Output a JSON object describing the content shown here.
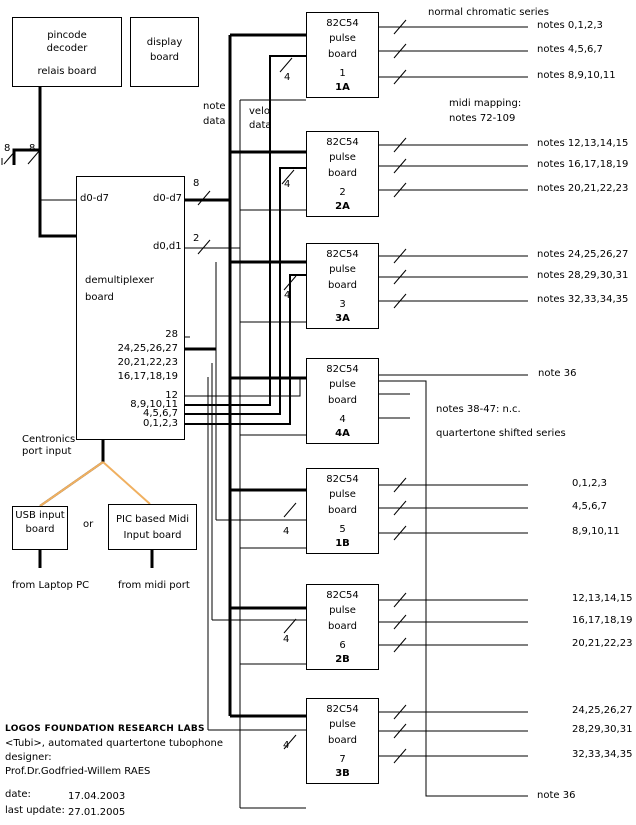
{
  "top_boxes": {
    "pincode": {
      "line1": "pincode",
      "line2": "decoder",
      "line3": "relais board"
    },
    "display": {
      "line1": "display",
      "line2": "board"
    }
  },
  "demux": {
    "in_label": "d0-d7",
    "out_label": "d0-d7",
    "out2_label": "d0,d1",
    "title1": "demultiplexer",
    "title2": "board",
    "port_labels": [
      "28",
      "24,25,26,27",
      "20,21,22,23",
      "16,17,18,19",
      "12",
      "8,9,10,11",
      "4,5,6,7",
      "0,1,2,3"
    ],
    "bus_width": "8",
    "bus_width2": "2"
  },
  "input_bus": {
    "a": "8",
    "b": "8"
  },
  "bus_labels": {
    "note": "note",
    "data1": "data",
    "velo": "velo",
    "data2": "data"
  },
  "centronics": {
    "line1": "Centronics",
    "line2": "port input"
  },
  "usb_box": {
    "line1": "USB input",
    "line2": "board"
  },
  "or_text": "or",
  "pic_box": {
    "line1": "PIC based Midi",
    "line2": "Input board"
  },
  "from_laptop": "from Laptop PC",
  "from_midi": "from midi port",
  "pulse_boards": [
    {
      "chip": "82C54",
      "l1": "pulse",
      "l2": "board",
      "num": "1",
      "id": "1A",
      "bus": "4"
    },
    {
      "chip": "82C54",
      "l1": "pulse",
      "l2": "board",
      "num": "2",
      "id": "2A",
      "bus": "4"
    },
    {
      "chip": "82C54",
      "l1": "pulse",
      "l2": "board",
      "num": "3",
      "id": "3A",
      "bus": "4"
    },
    {
      "chip": "82C54",
      "l1": "pulse",
      "l2": "board",
      "num": "4",
      "id": "4A",
      "bus": ""
    },
    {
      "chip": "82C54",
      "l1": "pulse",
      "l2": "board",
      "num": "5",
      "id": "1B",
      "bus": "4"
    },
    {
      "chip": "82C54",
      "l1": "pulse",
      "l2": "board",
      "num": "6",
      "id": "2B",
      "bus": "4"
    },
    {
      "chip": "82C54",
      "l1": "pulse",
      "l2": "board",
      "num": "7",
      "id": "3B",
      "bus": "4"
    }
  ],
  "output_bus_width": "4",
  "right_labels": {
    "normal_series": "normal chromatic series",
    "midi_mapping1": "midi mapping:",
    "midi_mapping2": "notes 72-109",
    "notes_38_47": "notes 38-47: n.c.",
    "quartertone": "quartertone shifted series",
    "note36a": "note 36",
    "note36b": "note 36",
    "outputs_A": [
      "notes  0,1,2,3",
      "notes  4,5,6,7",
      "notes  8,9,10,11",
      "notes  12,13,14,15",
      "notes  16,17,18,19",
      "notes  20,21,22,23",
      "notes  24,25,26,27",
      "notes  28,29,30,31",
      "notes  32,33,34,35"
    ],
    "outputs_B": [
      "0,1,2,3",
      "4,5,6,7",
      "8,9,10,11",
      "12,13,14,15",
      "16,17,18,19",
      "20,21,22,23",
      "24,25,26,27",
      "28,29,30,31",
      "32,33,34,35"
    ]
  },
  "footer": {
    "org": "LOGOS FOUNDATION RESEARCH LABS",
    "project": "<Tubi>, automated quartertone tubophone",
    "designer_label": "designer:",
    "designer": "Prof.Dr.Godfried-Willem RAES",
    "date_label": "date:",
    "date": "17.04.2003",
    "update_label": "last update:",
    "update": "27.01.2005"
  },
  "colors": {
    "line": "#000000",
    "input_link": "#f0b060"
  }
}
